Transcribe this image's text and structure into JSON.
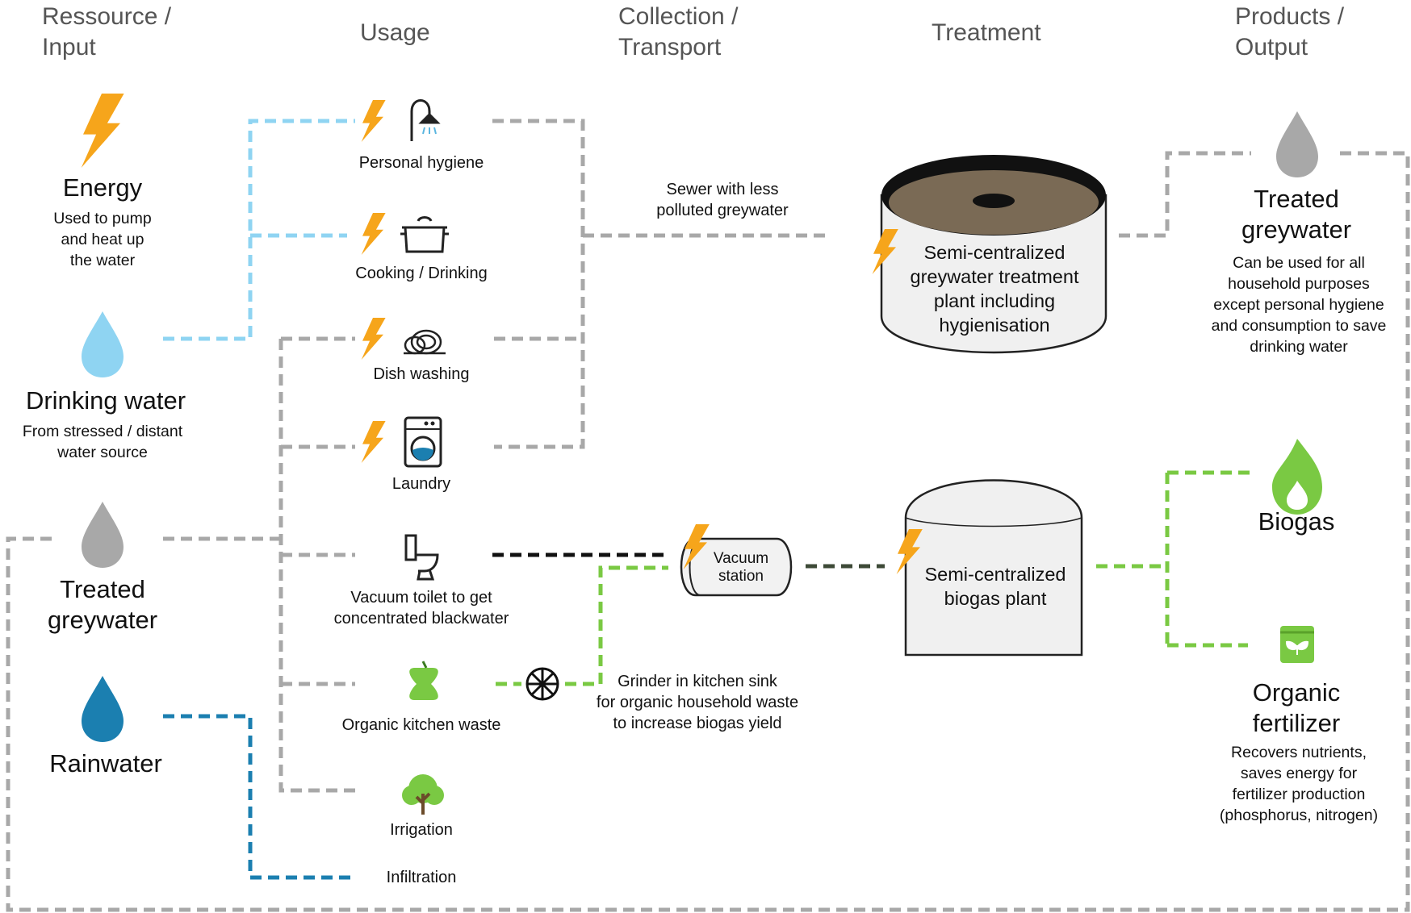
{
  "headers": {
    "input": [
      "Ressource /",
      "Input"
    ],
    "usage": "Usage",
    "collection": [
      "Collection /",
      "Transport"
    ],
    "treatment": "Treatment",
    "output": [
      "Products /",
      "Output"
    ]
  },
  "inputs": {
    "energy": {
      "title": "Energy",
      "desc": [
        "Used to pump",
        "and heat up",
        "the water"
      ]
    },
    "drinking": {
      "title": "Drinking water",
      "desc": [
        "From stressed / distant",
        "water source"
      ]
    },
    "treated": {
      "title": [
        "Treated",
        "greywater"
      ]
    },
    "rain": {
      "title": "Rainwater"
    }
  },
  "usage": {
    "hygiene": "Personal hygiene",
    "cooking": "Cooking / Drinking",
    "dish": "Dish washing",
    "laundry": "Laundry",
    "toilet": [
      "Vacuum toilet to get",
      "concentrated blackwater"
    ],
    "organic": "Organic kitchen waste",
    "irrigation": "Irrigation",
    "infiltration": "Infiltration"
  },
  "collection": {
    "sewer": [
      "Sewer with less",
      "polluted greywater"
    ],
    "vacuum": [
      "Vacuum",
      "station"
    ],
    "grinder": [
      "Grinder in kitchen sink",
      "for organic household waste",
      "to increase biogas yield"
    ]
  },
  "treatment": {
    "grey": [
      "Semi-centralized",
      "greywater treatment",
      "plant including",
      "hygienisation"
    ],
    "biogas": [
      "Semi-centralized",
      "biogas plant"
    ]
  },
  "outputs": {
    "treated": {
      "title": [
        "Treated",
        "greywater"
      ],
      "desc": [
        "Can be used for all",
        "household purposes",
        "except personal hygiene",
        "and consumption to save",
        "drinking water"
      ]
    },
    "biogas": {
      "title": "Biogas"
    },
    "fertilizer": {
      "title": [
        "Organic",
        "fertilizer"
      ],
      "desc": [
        "Recovers nutrients,",
        "saves energy for",
        "fertilizer production",
        "(phosphorus, nitrogen)"
      ]
    }
  },
  "colors": {
    "grey": "#a8a8a8",
    "lightblue": "#8fd4f2",
    "darkblue": "#1b7fb0",
    "green": "#7ac943",
    "black": "#111111",
    "darkgreen": "#3d4a37",
    "bolt": "#f6a51b"
  },
  "icons": [
    "lightning-icon",
    "water-drop-icon",
    "shower-icon",
    "cooking-pot-icon",
    "dishes-icon",
    "washing-machine-icon",
    "toilet-icon",
    "apple-core-icon",
    "tree-icon",
    "grinder-icon",
    "flame-icon",
    "fertilizer-bag-icon"
  ]
}
